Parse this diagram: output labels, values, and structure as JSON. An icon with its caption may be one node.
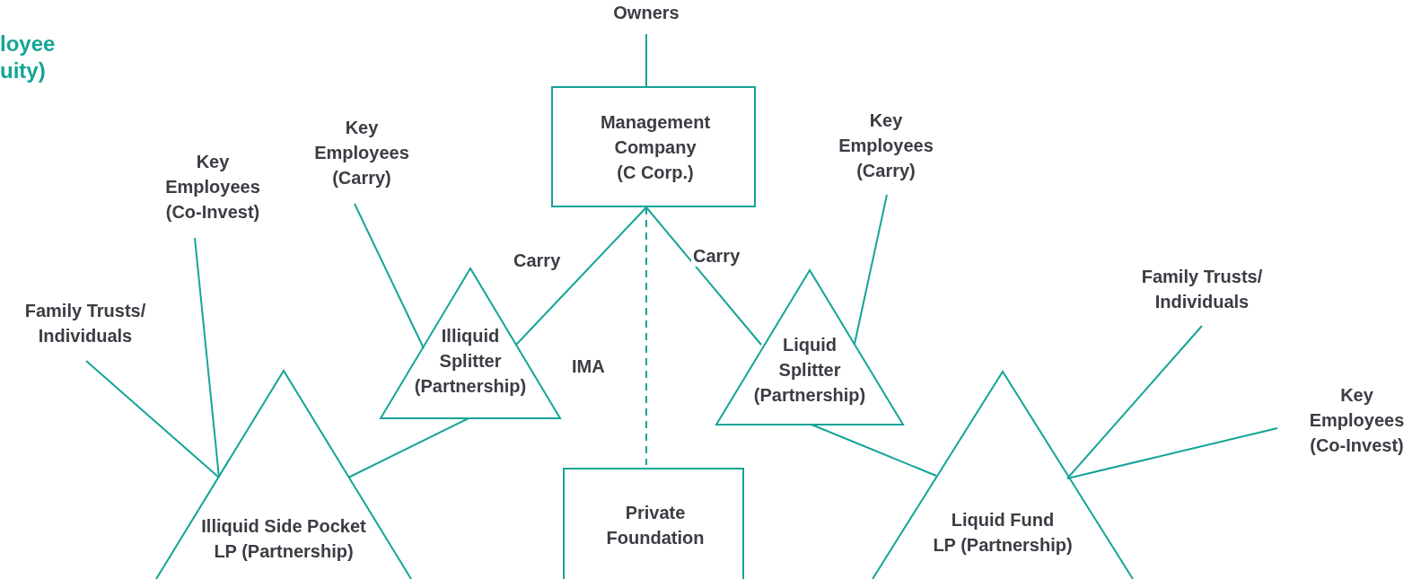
{
  "diagram": {
    "nodes": [
      {
        "text": [
          "Owners"
        ]
      },
      {
        "text": [
          "Management Company (C Corp.)"
        ]
      },
      {
        "text": [
          "Key Employees (Co-Invest)"
        ]
      },
      {
        "text": [
          "Key Employees (Carry)"
        ]
      },
      {
        "text": [
          "Family Trusts/ Individuals"
        ]
      },
      {
        "text": [
          "Illiquid Splitter (Partnership)"
        ]
      },
      {
        "text": [
          "Liquid Splitter (Partnership)"
        ]
      },
      {
        "text": [
          "Key Employees (Carry)"
        ]
      },
      {
        "text": [
          "Family Trusts/ Individuals"
        ]
      },
      {
        "text": [
          "Key Employees (Co-Invest)"
        ]
      },
      {
        "text": [
          "Illiquid Side Pocket LP (Partnership)"
        ]
      },
      {
        "text": [
          "Private Foundation"
        ]
      },
      {
        "text": [
          "Liquid Fund LP (Partnership)"
        ]
      }
    ],
    "edges": [
      {
        "from": 0,
        "to": 1,
        "arrow": "none"
      },
      {
        "from": 1,
        "to": 5,
        "arrow": "none",
        "label": "Carry"
      },
      {
        "from": 1,
        "to": 6,
        "arrow": "none",
        "label": "Carry"
      },
      {
        "from": 1,
        "to": 11,
        "arrow": "none",
        "label": "IMA",
        "style": "dashed"
      },
      {
        "from": 3,
        "to": 5,
        "arrow": "none"
      },
      {
        "from": 5,
        "to": 10,
        "arrow": "none"
      },
      {
        "from": 7,
        "to": 6,
        "arrow": "none"
      },
      {
        "from": 6,
        "to": 12,
        "arrow": "none"
      },
      {
        "from": 2,
        "to": 10,
        "arrow": "none"
      },
      {
        "from": 4,
        "to": 10,
        "arrow": "none"
      },
      {
        "from": 8,
        "to": 12,
        "arrow": "none"
      },
      {
        "from": 9,
        "to": 12,
        "arrow": "none"
      }
    ],
    "labels": [
      "loyee uity)"
    ]
  }
}
